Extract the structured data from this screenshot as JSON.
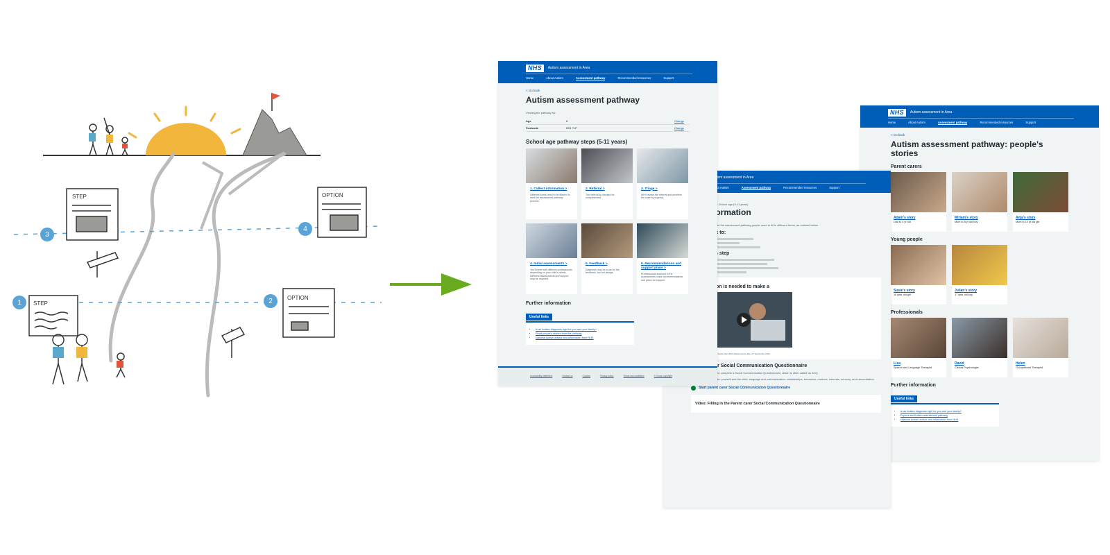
{
  "sketch": {
    "step_label_1": "STEP",
    "step_label_2": "STEP",
    "option_label_1": "OPTION",
    "option_label_2": "OPTION",
    "marker_1": "1",
    "marker_2": "2",
    "marker_3": "3",
    "marker_4": "4"
  },
  "page1": {
    "logo": "NHS",
    "service": "Autism assessment in Area",
    "nav": [
      "Home",
      "About Autism",
      "Assessment pathway",
      "Recommended resources",
      "Support"
    ],
    "back": "< Go back",
    "title": "Autism assessment pathway",
    "viewing": "Viewing the pathway for:",
    "summary": [
      {
        "key": "Age",
        "value": "8",
        "action": "Change"
      },
      {
        "key": "Postcode",
        "value": "BS1 7LP",
        "action": "Change"
      }
    ],
    "steps_heading": "School age pathway steps (5-11 years)",
    "cards": [
      {
        "title": "1. Collect information >",
        "desc": "Different forms need to be filled in to start the assessment pathway process."
      },
      {
        "title": "2. Referral >",
        "desc": "The referral is checked for completeness."
      },
      {
        "title": "3. Triage >",
        "desc": "We'll review the referral and prioritise the case by urgency."
      },
      {
        "title": "4. Initial assessments >",
        "desc": "You'll meet with different professionals depending on your child's needs. Different assessments and support may be required."
      },
      {
        "title": "5. Feedback >",
        "desc": "Diagnosis may be a part of the feedback, but not always."
      },
      {
        "title": "6. Recommendations and support plans >",
        "desc": "Professionals involved in the assessments make recommendations and plans for support."
      }
    ],
    "further": "Further information",
    "useful": "Useful links",
    "links": [
      "Is an Autism diagnosis right for you and your family?",
      "Read people's stories from the pathway",
      "National Autism advice and information from NHS"
    ],
    "footer": [
      "Accessibility statement",
      "Contact us",
      "Cookies",
      "Privacy policy",
      "Terms and conditions",
      "© Crown copyright"
    ]
  },
  "page2": {
    "service": "Autism assessment in Area",
    "nav": [
      "About Autism",
      "Assessment pathway",
      "Recommended resources",
      "Support"
    ],
    "pre": "Assessment pathway: School age (5-11 years)",
    "title": "ect information",
    "intro": "ed to be filled in to start the assessment pathway people need to fill in different forms, as outlined below.",
    "might_talk": "u might talk to:",
    "happens": "pens at this step",
    "needed": "information is needed to make a",
    "video_meta": "Media last reviewed: 27 September 2021 Media review date: 27 September 2024",
    "q_title": "Parent carer Social Communication Questionnaire",
    "q_desc": "A parent carer needs to complete a Social Communication Questionnaire, which is often called an SCQ.",
    "q_topics": "Question topics include: yourself and the child, language and communication, relationships, behaviour, routines, interests, sensory, and concentration",
    "start": "Start parent carer Social Communication Questionnaire",
    "video_title": "Video: Filling in the Parent carer Social Communication Questionnaire"
  },
  "page3": {
    "logo": "NHS",
    "service": "Autism assessment in Area",
    "nav": [
      "Home",
      "About Autism",
      "Assessment pathway",
      "Recommended resources",
      "Support"
    ],
    "back": "< Go back",
    "title": "Autism assessment pathway: people's stories",
    "groups": [
      {
        "heading": "Parent carers",
        "people": [
          {
            "name": "Adam's story",
            "desc": "Dad to 4 yr old"
          },
          {
            "name": "Miriam's story",
            "desc": "Mum to 8 yr old boy"
          },
          {
            "name": "Anja's story",
            "desc": "Mum to 10 yr old girl"
          }
        ]
      },
      {
        "heading": "Young people",
        "people": [
          {
            "name": "Susie's story",
            "desc": "16 year old girl"
          },
          {
            "name": "Julian's story",
            "desc": "17 year old boy"
          }
        ]
      },
      {
        "heading": "Professionals",
        "people": [
          {
            "name": "Lisa",
            "desc": "Speech and Language Therapist"
          },
          {
            "name": "David",
            "desc": "Clinical Psychologist"
          },
          {
            "name": "Helen",
            "desc": "Occupational Therapist"
          }
        ]
      }
    ],
    "further": "Further information",
    "useful": "Useful links",
    "links": [
      "Is an Autism diagnosis right for you and your family?",
      "Explore the Autism assessment pathway",
      "National Autism advice and information from NHS"
    ]
  },
  "colors": {
    "nhs_blue": "#005eb8",
    "arrow_green": "#6aaa1e",
    "sun": "#f2b63c",
    "marker_blue": "#5aa3d6"
  }
}
